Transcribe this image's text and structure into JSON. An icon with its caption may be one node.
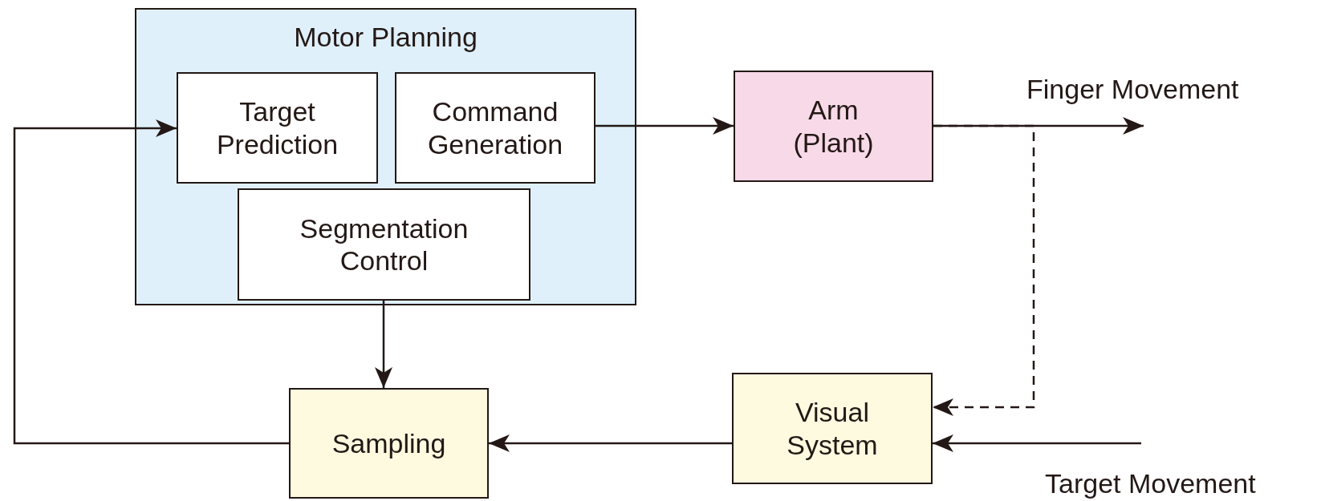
{
  "diagram": {
    "nodes": [
      {
        "text": [
          "Motor Planning"
        ]
      },
      {
        "text": [
          "Target Prediction"
        ],
        "in": 0
      },
      {
        "text": [
          "Command Generation"
        ],
        "in": 0
      },
      {
        "text": [
          "Segmentation Control"
        ],
        "in": 0
      },
      {
        "text": [
          "Arm (Plant)"
        ]
      },
      {
        "text": [
          "Sampling"
        ]
      },
      {
        "text": [
          "Visual System"
        ]
      }
    ],
    "edges": [
      {
        "from": 2,
        "to": 4,
        "arrow": "to"
      },
      {
        "from": 4,
        "to": null,
        "arrow": "to",
        "label": "Finger Movement"
      },
      {
        "from": 5,
        "to": 1,
        "arrow": "to"
      },
      {
        "from": 3,
        "to": 5,
        "arrow": "to"
      },
      {
        "from": 6,
        "to": 5,
        "arrow": "to"
      },
      {
        "from": 4,
        "to": 6,
        "arrow": "to",
        "style": "dashed"
      },
      {
        "from": null,
        "to": 6,
        "arrow": "to",
        "label": "Target Movement"
      }
    ]
  }
}
